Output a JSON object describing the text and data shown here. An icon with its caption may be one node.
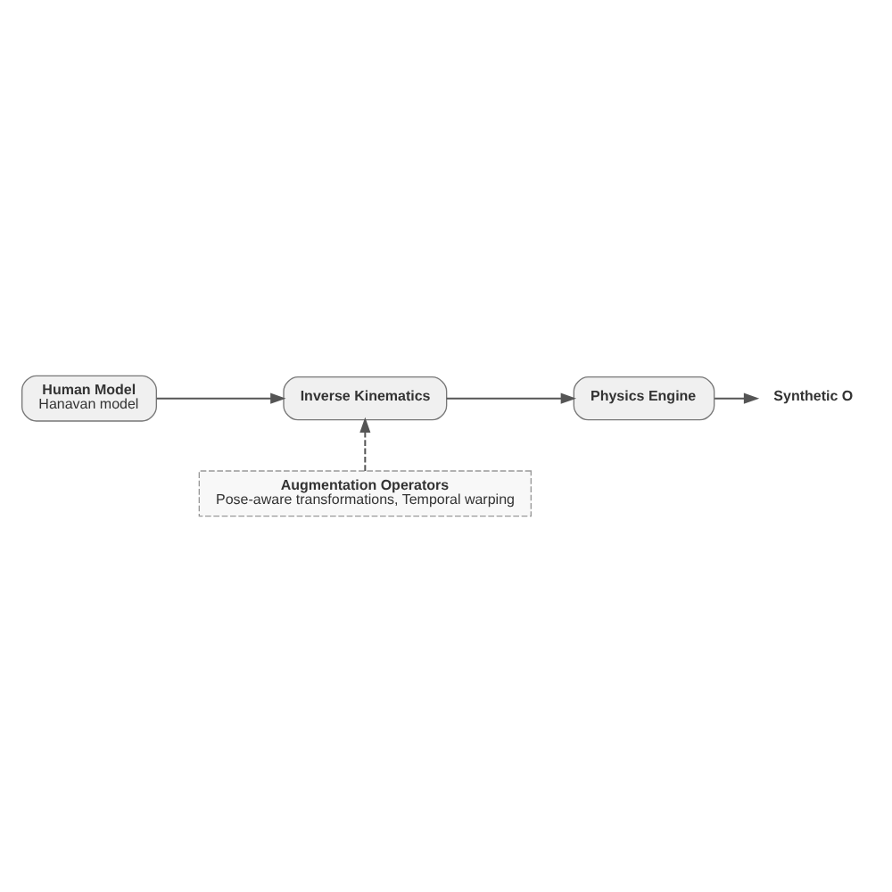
{
  "diagram": {
    "nodes": [
      {
        "text": [
          "Human Model",
          "Hanavan model"
        ]
      },
      {
        "text": [
          "Inverse Kinematics"
        ]
      },
      {
        "text": [
          "Physics Engine"
        ]
      },
      {
        "text": [
          "Synthetic O"
        ]
      },
      {
        "text": [
          "Augmentation Operators",
          "Pose-aware transformations, Temporal warping"
        ]
      }
    ],
    "edges": [
      {
        "from": 0,
        "to": 1,
        "arrow": "to"
      },
      {
        "from": 1,
        "to": 2,
        "arrow": "to"
      },
      {
        "from": 2,
        "to": 3,
        "arrow": "to"
      },
      {
        "from": 4,
        "to": 1,
        "arrow": "to",
        "style": "dashed"
      }
    ]
  }
}
